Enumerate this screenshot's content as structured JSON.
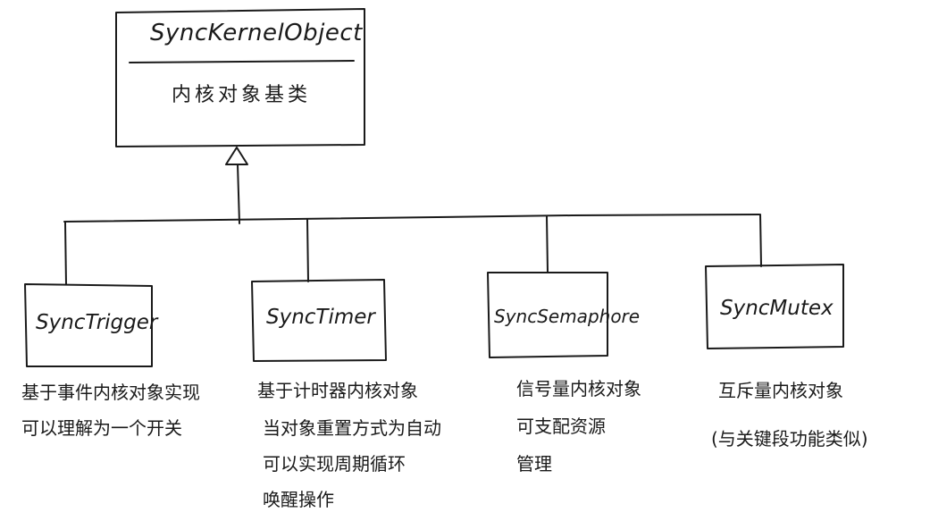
{
  "base": {
    "name": "SyncKernelObject",
    "desc": "内核对象基类"
  },
  "subclasses": [
    {
      "name": "SyncTrigger",
      "notes": [
        "基于事件内核对象实现",
        "可以理解为一个开关"
      ]
    },
    {
      "name": "SyncTimer",
      "notes": [
        "基于计时器内核对象",
        "当对象重置方式为自动",
        "可以实现周期循环",
        "唤醒操作"
      ]
    },
    {
      "name": "SyncSemaphore",
      "notes": [
        "信号量内核对象",
        "可支配资源",
        "管理"
      ]
    },
    {
      "name": "SyncMutex",
      "notes": [
        "互斥量内核对象",
        "(与关键段功能类似)"
      ]
    }
  ]
}
